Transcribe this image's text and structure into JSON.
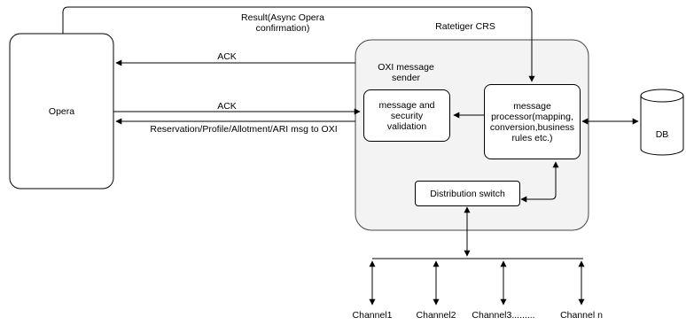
{
  "nodes": {
    "opera": "Opera",
    "ratetiger_crs": "Ratetiger CRS",
    "oxi_sender": "OXI message sender",
    "validation": "message and security validation",
    "processor": "message processor(mapping, conversion,business rules etc.)",
    "distribution": "Distribution switch",
    "db": "DB"
  },
  "edges": {
    "result_async": "Result(Async Opera confirmation)",
    "ack_top": "ACK",
    "ack_middle": "ACK",
    "reservation_msg": "Reservation/Profile/Allotment/ARI msg to OXI"
  },
  "channels": [
    "Channel1",
    "Channel2",
    "Channel3.........",
    "Channel n"
  ]
}
